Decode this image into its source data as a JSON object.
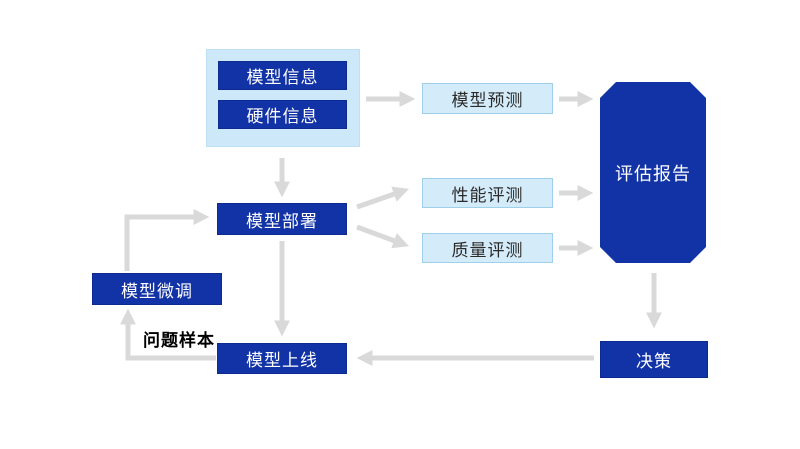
{
  "diagram": {
    "type": "flowchart",
    "nodes": {
      "model_info": "模型信息",
      "hardware_info": "硬件信息",
      "model_prediction": "模型预测",
      "evaluation_report": "评估报告",
      "model_deployment": "模型部署",
      "performance_eval": "性能评测",
      "quality_eval": "质量评测",
      "model_finetune": "模型微调",
      "model_launch": "模型上线",
      "decision": "决策",
      "problem_samples_label": "问题样本"
    },
    "edges": [
      {
        "from": "input_group",
        "to": "model_prediction"
      },
      {
        "from": "model_prediction",
        "to": "evaluation_report"
      },
      {
        "from": "input_group",
        "to": "model_deployment"
      },
      {
        "from": "model_deployment",
        "to": "performance_eval"
      },
      {
        "from": "model_deployment",
        "to": "quality_eval"
      },
      {
        "from": "performance_eval",
        "to": "evaluation_report"
      },
      {
        "from": "quality_eval",
        "to": "evaluation_report"
      },
      {
        "from": "evaluation_report",
        "to": "decision"
      },
      {
        "from": "decision",
        "to": "model_launch"
      },
      {
        "from": "model_deployment",
        "to": "model_launch"
      },
      {
        "from": "model_launch",
        "to": "model_finetune",
        "label": "问题样本"
      },
      {
        "from": "model_finetune",
        "to": "model_deployment"
      }
    ],
    "colors": {
      "node_dark_blue": "#1233a6",
      "node_light_blue_fill": "#d4ebf9",
      "node_light_blue_border": "#9fd0eb",
      "group_fill": "#cde8f8",
      "arrow_gray": "#d9d9d9",
      "text_on_dark": "#ffffff",
      "text_on_light": "#2b2b2b",
      "edge_label_text": "#000000",
      "background": "#ffffff"
    }
  }
}
